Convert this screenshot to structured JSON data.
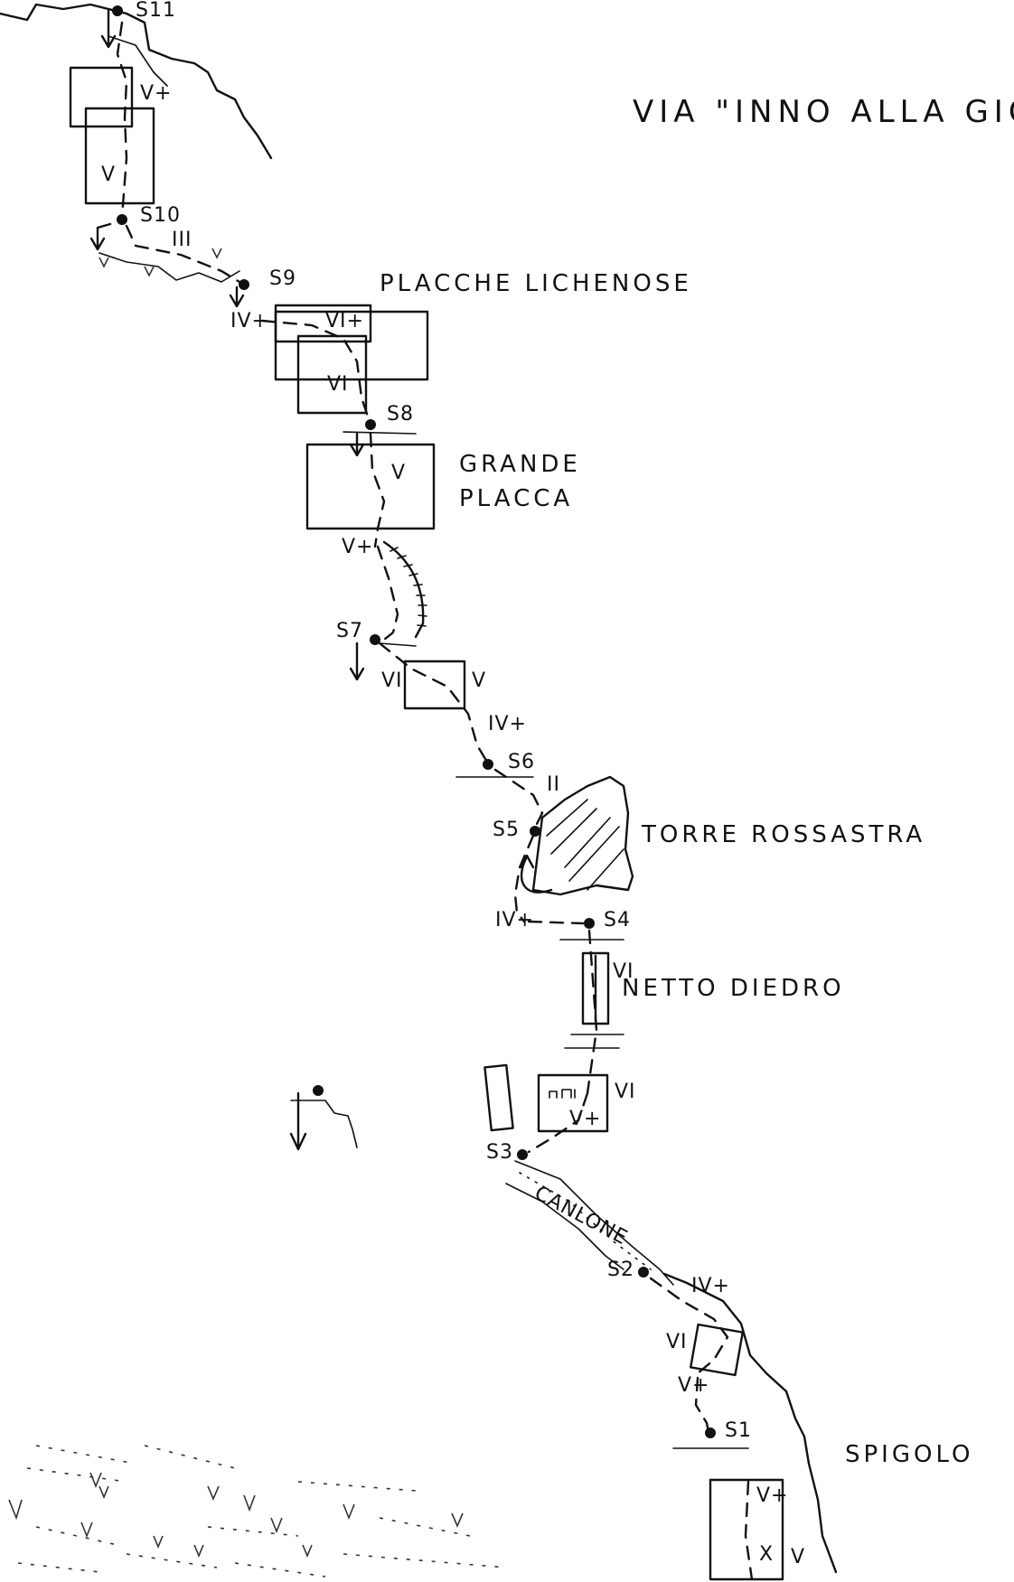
{
  "title": "VIA \"INNO ALLA GIOIA\"",
  "features": {
    "placche_lichenose": "PLACCHE LICHENOSE",
    "grande_placca_1": "GRANDE",
    "grande_placca_2": "PLACCA",
    "torre_rossastra": "TORRE ROSSASTRA",
    "netto_diedro": "NETTO DIEDRO",
    "canalone": "CANLONE",
    "spigolo": "SPIGOLO"
  },
  "belays": {
    "s11": "S11",
    "s10": "S10",
    "s9": "S9",
    "s8": "S8",
    "s7": "S7",
    "s6": "S6",
    "s5": "S5",
    "s4": "S4",
    "s3": "S3",
    "s2": "S2",
    "s1": "S1"
  },
  "grades": {
    "top_vplus": "V+",
    "top_v": "V",
    "s10_iii": "III",
    "s9_ivplus": "IV+",
    "placche_viplus": "VI+",
    "placche_vi": "VI",
    "grande_v": "V",
    "grande_vplus": "V+",
    "s7_vi": "VI",
    "s7_v": "V",
    "s6_ivplus": "IV+",
    "s6_ii": "II",
    "s4_ivplus": "IV+",
    "diedro_vi": "VI",
    "s3_vi": "VI",
    "s3_vplus": "V+",
    "s2_ivplus": "IV+",
    "s1_vi": "VI",
    "s1_vplus": "V+",
    "base_vplus": "V+",
    "base_v": "V",
    "base_x": "X"
  }
}
